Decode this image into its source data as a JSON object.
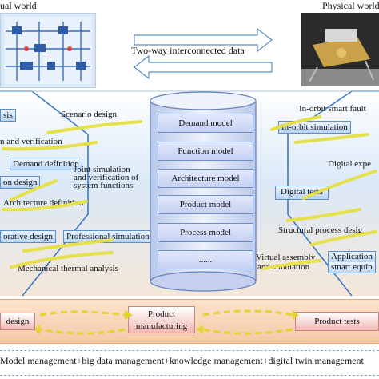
{
  "top": {
    "virtual_world_label": "ual world",
    "physical_world_label": "Physical world",
    "two_way_label": "Two-way interconnected data"
  },
  "left_panel": {
    "items": [
      "sis",
      "Scenario design",
      "n and verification",
      "Demand definition",
      "Joint simulation",
      "and verification of",
      "system functions",
      "on design",
      "Architecture definition",
      "orative design",
      "Professional simulation",
      "Mechanical thermal analysis"
    ]
  },
  "cylinder": {
    "models": [
      "Demand model",
      "Function model",
      "Architecture model",
      "Product model",
      "Process model",
      "......"
    ]
  },
  "right_panel": {
    "items": [
      "In-orbit smart fault",
      "In-orbit simulation",
      "Digital expe",
      "Digital tests",
      "Structural process desig",
      "Virtual assembly",
      "and simulation",
      "Application",
      "smart equip"
    ]
  },
  "bottom_row": {
    "left_design": "design",
    "product_line1": "Product",
    "product_line2": "manufacturing",
    "product_tests": "Product tests"
  },
  "footer": "Model management+big data management+knowledge management+digital twin management"
}
